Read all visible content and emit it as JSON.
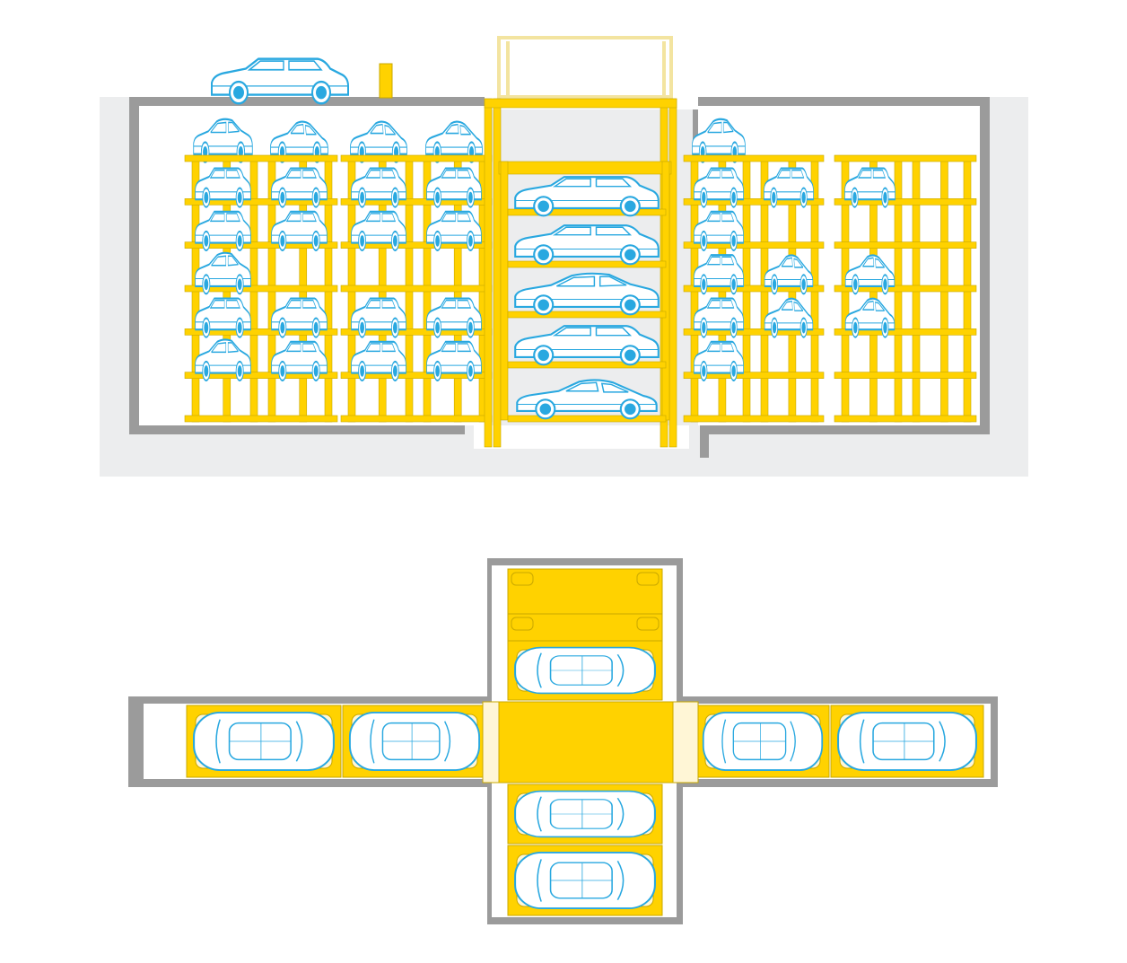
{
  "diagram": {
    "views": [
      "section-view",
      "plan-view"
    ],
    "colors": {
      "ground": "#ecedee",
      "wall": "#9b9b9b",
      "interior": "#ffffff",
      "steel": "#ffd200",
      "steel_edge": "#c9a800",
      "car": "#29a8e0",
      "car_fill": "#ffffff",
      "hatch": "#fff6d6",
      "ghost": "#f3e4a0"
    },
    "section": {
      "top_car_present": true,
      "left_tower": {
        "columns": 2,
        "levels": 6,
        "occupancy": [
          [
            1,
            1
          ],
          [
            1,
            1
          ],
          [
            1,
            1
          ],
          [
            1,
            0
          ],
          [
            1,
            1
          ],
          [
            1,
            1
          ]
        ],
        "car_types": [
          [
            "sedan",
            "coupe"
          ],
          [
            "wagon",
            "wagon"
          ],
          [
            "wagon",
            "wagon"
          ],
          [
            "sedan",
            "none"
          ],
          [
            "wagon",
            "wagon"
          ],
          [
            "sedan",
            "wagon"
          ]
        ]
      },
      "lift": {
        "levels": 5,
        "car_types": [
          "wagon",
          "wagon",
          "sedan",
          "wagon",
          "coupe"
        ]
      },
      "right_tower": {
        "columns": 2,
        "levels": 6,
        "occupancy": [
          [
            1,
            0
          ],
          [
            1,
            1
          ],
          [
            1,
            0
          ],
          [
            1,
            1
          ],
          [
            1,
            1
          ],
          [
            1,
            0
          ]
        ],
        "car_types": [
          [
            "sedan",
            "none"
          ],
          [
            "wagon",
            "wagon"
          ],
          [
            "wagon",
            "none"
          ],
          [
            "wagon",
            "coupe"
          ],
          [
            "wagon",
            "coupe"
          ],
          [
            "wagon",
            "none"
          ]
        ]
      }
    },
    "plan": {
      "left_wing": [
        "hatch",
        "hatch"
      ],
      "right_wing": [
        "hatch",
        "hatch"
      ],
      "north_bays": [
        "empty",
        "empty",
        "hatch"
      ],
      "south_bays": [
        "hatch",
        "hatch"
      ]
    }
  }
}
